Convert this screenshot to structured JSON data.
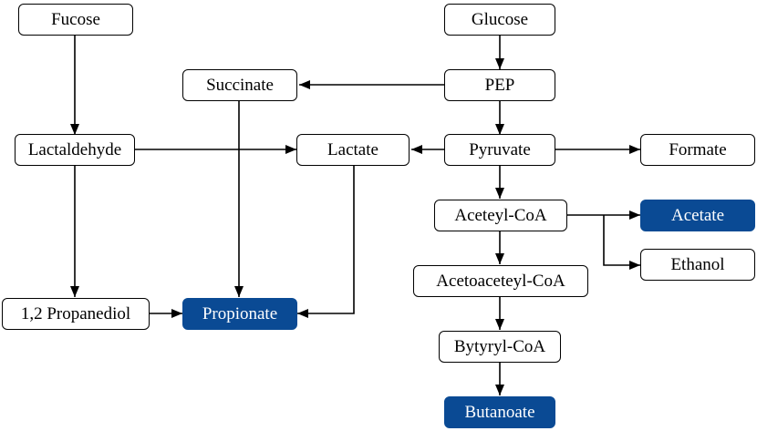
{
  "diagram": {
    "nodes": {
      "fucose": {
        "label": "Fucose",
        "highlight": false
      },
      "glucose": {
        "label": "Glucose",
        "highlight": false
      },
      "succinate": {
        "label": "Succinate",
        "highlight": false
      },
      "pep": {
        "label": "PEP",
        "highlight": false
      },
      "lactaldehyde": {
        "label": "Lactaldehyde",
        "highlight": false
      },
      "lactate": {
        "label": "Lactate",
        "highlight": false
      },
      "pyruvate": {
        "label": "Pyruvate",
        "highlight": false
      },
      "formate": {
        "label": "Formate",
        "highlight": false
      },
      "acetyl_coa": {
        "label": "Aceteyl-CoA",
        "highlight": false
      },
      "acetate": {
        "label": "Acetate",
        "highlight": true
      },
      "ethanol": {
        "label": "Ethanol",
        "highlight": false
      },
      "acetoacetyl_coa": {
        "label": "Acetoaceteyl-CoA",
        "highlight": false
      },
      "propanediol": {
        "label": "1,2 Propanediol",
        "highlight": false
      },
      "propionate": {
        "label": "Propionate",
        "highlight": true
      },
      "butyryl_coa": {
        "label": "Bytyryl-CoA",
        "highlight": false
      },
      "butanoate": {
        "label": "Butanoate",
        "highlight": true
      }
    },
    "edges": [
      {
        "from": "fucose",
        "to": "lactaldehyde"
      },
      {
        "from": "glucose",
        "to": "pep"
      },
      {
        "from": "pep",
        "to": "succinate"
      },
      {
        "from": "pep",
        "to": "pyruvate"
      },
      {
        "from": "lactaldehyde",
        "to": "lactate"
      },
      {
        "from": "pyruvate",
        "to": "lactate"
      },
      {
        "from": "pyruvate",
        "to": "formate"
      },
      {
        "from": "pyruvate",
        "to": "acetyl_coa"
      },
      {
        "from": "acetyl_coa",
        "to": "acetate"
      },
      {
        "from": "acetyl_coa",
        "to": "ethanol"
      },
      {
        "from": "acetyl_coa",
        "to": "acetoacetyl_coa"
      },
      {
        "from": "acetoacetyl_coa",
        "to": "butyryl_coa"
      },
      {
        "from": "butyryl_coa",
        "to": "butanoate"
      },
      {
        "from": "lactaldehyde",
        "to": "propanediol"
      },
      {
        "from": "propanediol",
        "to": "propionate"
      },
      {
        "from": "succinate",
        "to": "propionate"
      },
      {
        "from": "lactate",
        "to": "propionate"
      }
    ],
    "colors": {
      "product_fill": "#0a4a94",
      "node_border": "#000000",
      "arrow": "#000000"
    }
  }
}
